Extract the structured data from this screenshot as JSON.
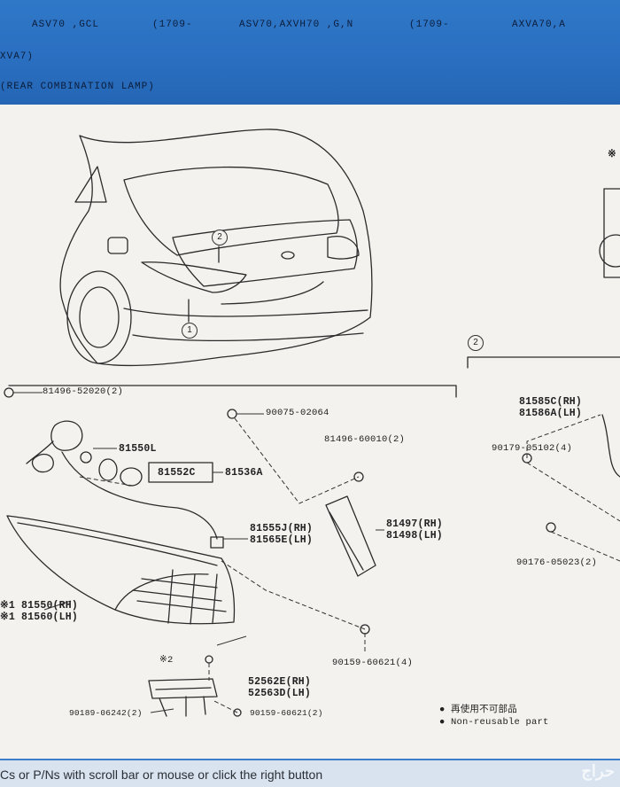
{
  "header": {
    "row1": [
      "ASV70 ,GCL",
      "(1709-",
      "ASV70,AXVH70 ,G,N",
      "(1709-",
      "AXVA70,A"
    ],
    "row2": "XVA7)",
    "row3": "(REAR COMBINATION LAMP)"
  },
  "callouts": {
    "c1": "1",
    "c2": "2",
    "c2_right": "2"
  },
  "parts": {
    "p1": "81496-52020(2)",
    "p2": "90075-02064",
    "p3": "81496-60010(2)",
    "p4": "81550L",
    "p5": "81552C",
    "p6": "81536A",
    "p7_rh": "81555J(RH)",
    "p7_lh": "81565E(LH)",
    "p8_rh": "81497(RH)",
    "p8_lh": "81498(LH)",
    "p9_rh": "※1 81550(RH)",
    "p9_lh": "※1 81560(LH)",
    "p10": "※2",
    "p11_rh": "52562E(RH)",
    "p11_lh": "52563D(LH)",
    "p12": "90159-60621(4)",
    "p13": "90189-06242(2)",
    "p14": "90159-60621(2)",
    "r1_rh": "81585C(RH)",
    "r1_lh": "81586A(LH)",
    "r2": "90179-05102(4)",
    "r3": "90176-05023(2)",
    "asterisk_right": "※"
  },
  "legend": {
    "cn": "再使用不可部品",
    "en": "Non-reusable part"
  },
  "status": {
    "text": "Cs or P/Ns with scroll bar or mouse or click the right button",
    "watermark": "حراج"
  }
}
